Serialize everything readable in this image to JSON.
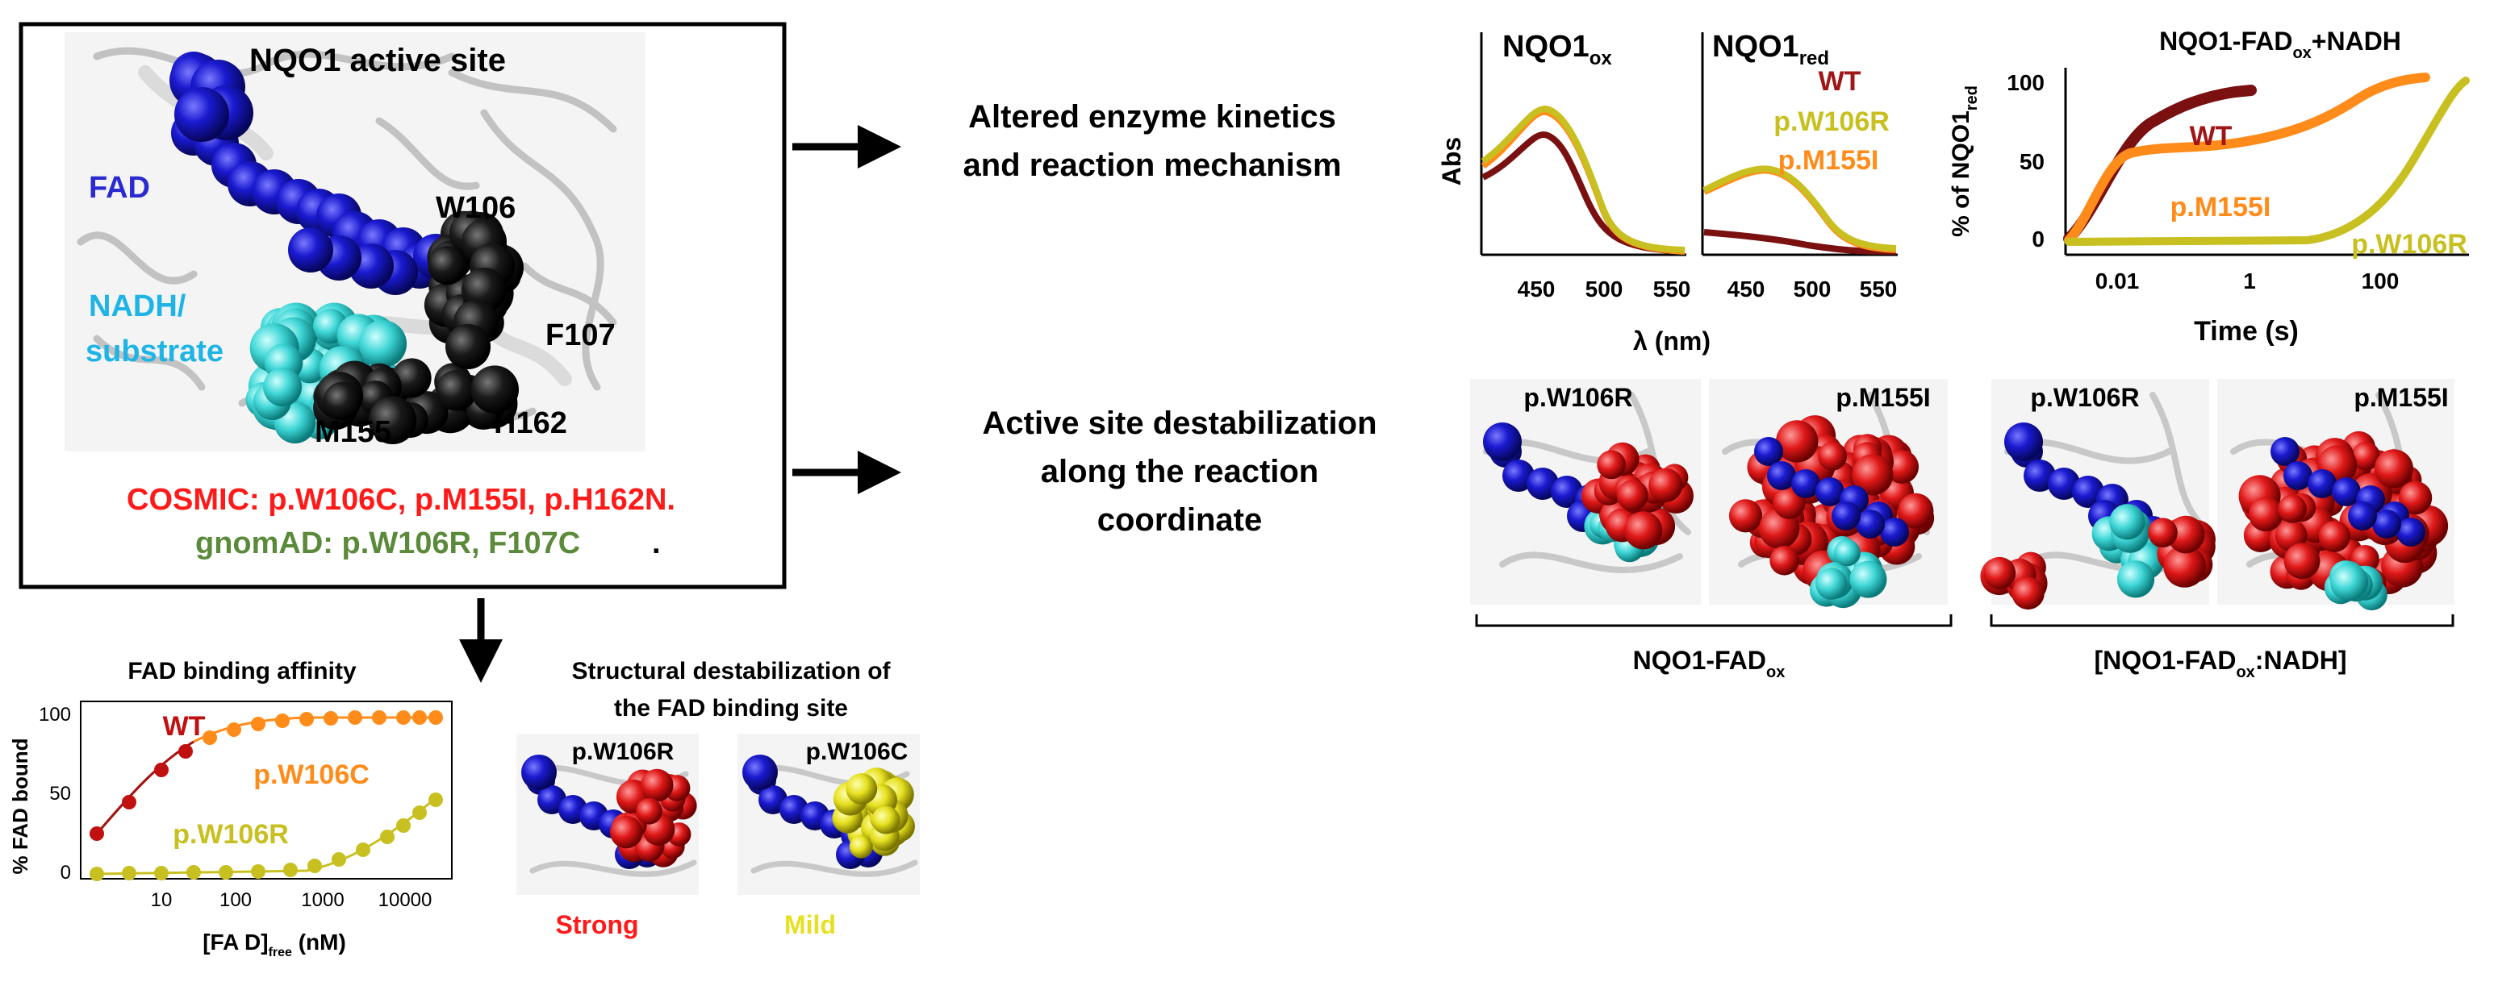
{
  "active_site": {
    "title": "NQO1 active site",
    "fad": "FAD",
    "nadh1": "NADH/",
    "nadh2": "substrate",
    "w106": "W106",
    "f107": "F107",
    "m155": "M155",
    "h162": "H162",
    "cosmic": "COSMIC: p.W106C, p.M155I, p.H162N.",
    "gnomad": "gnomAD: p.W106R, F107C",
    "gnomad_dot": "."
  },
  "outcomes": {
    "kinetics1": "Altered enzyme kinetics",
    "kinetics2": "and reaction mechanism",
    "destab1": "Active site destabilization",
    "destab2": "along the reaction",
    "destab3": "coordinate"
  },
  "spectra": {
    "ox_title": "NQO1",
    "ox_sub": "ox",
    "red_title": "NQO1",
    "red_sub": "red",
    "ylabel": "Abs",
    "xlabel": "λ (nm)",
    "ticks": [
      "450",
      "500",
      "550"
    ],
    "legend": [
      "WT",
      "p.W106R",
      "p.M155I"
    ]
  },
  "kinetics": {
    "title_a": "NQO1-FAD",
    "title_sub": "ox",
    "title_b": "+NADH",
    "ylabel_a": "% of NQO1",
    "ylabel_sub": "red",
    "xlabel": "Time (s)",
    "yticks": [
      "0",
      "50",
      "100"
    ],
    "xticks": [
      "0.01",
      "1",
      "100"
    ],
    "labels": [
      "WT",
      "p.M155I",
      "p.W106R"
    ]
  },
  "structures": {
    "panels": [
      "p.W106R",
      "p.M155I",
      "p.W106R",
      "p.M155I"
    ],
    "bracket1_a": "NQO1-FAD",
    "bracket1_sub": "ox",
    "bracket2_a": "[NQO1-FAD",
    "bracket2_sub": "ox",
    "bracket2_b": ":NADH]"
  },
  "binding": {
    "title": "FAD binding affinity",
    "ylabel": "% FAD bound",
    "xlabel_a": "[FA D]",
    "xlabel_sub": "free",
    "xlabel_b": " (nM)",
    "yticks": [
      "0",
      "50",
      "100"
    ],
    "xticks": [
      "10",
      "100",
      "1000",
      "10000"
    ],
    "labels": [
      "WT",
      "p.W106C",
      "p.W106R"
    ]
  },
  "fad_site": {
    "title1": "Structural destabilization of",
    "title2": "the FAD binding site",
    "panel1": "p.W106R",
    "panel2": "p.W106C",
    "strong": "Strong",
    "mild": "Mild"
  },
  "colors": {
    "fad_blue": "#1a1acc",
    "nadh_cyan": "#40d8d8",
    "black_res": "#111111",
    "mut_red": "#e02020",
    "mut_yellow": "#e8e020",
    "wt_dark": "#7a1010",
    "orange": "#ff8c1a",
    "olive": "#c8c020",
    "cosmic_red": "#ff1a1a",
    "gnomad_green": "#5a8a3a",
    "cyan_text": "#1eb4e6",
    "blue_text": "#2a2ad0"
  }
}
